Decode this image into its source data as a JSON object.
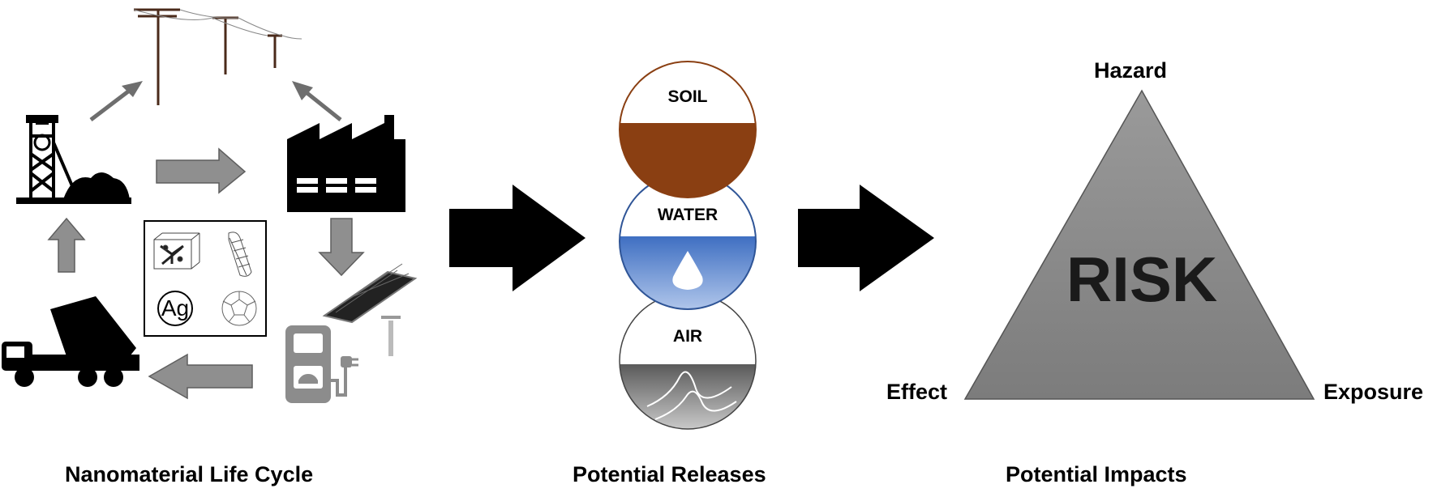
{
  "captions": {
    "life_cycle": "Nanomaterial Life Cycle",
    "releases": "Potential Releases",
    "impacts": "Potential Impacts"
  },
  "compartments": {
    "soil": "SOIL",
    "water": "WATER",
    "air": "AIR"
  },
  "risk_triangle": {
    "center": "RISK",
    "top": "Hazard",
    "left": "Effect",
    "right": "Exposure"
  },
  "nanomaterials_box": {
    "silver_label": "Ag"
  },
  "colors": {
    "soil": "#8a3f12",
    "soil_border": "#8a3f12",
    "water": "#5b86cf",
    "water_border": "#2f5597",
    "air": "#707070",
    "triangle": "#8c8c8c",
    "arrow_gray": "#8f8f8f",
    "icon_black": "#000000"
  }
}
